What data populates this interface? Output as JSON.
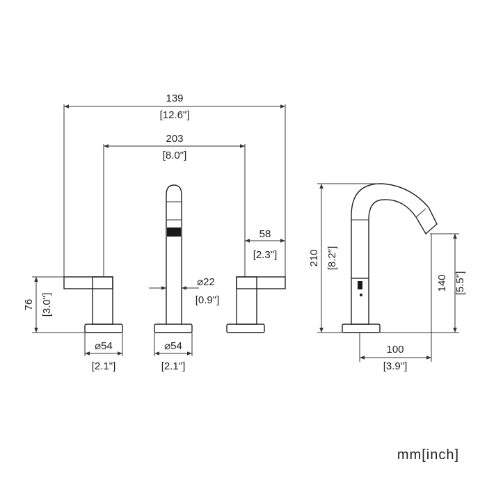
{
  "dimensions": {
    "overall_width_mm": "139",
    "overall_width_in": "[12.6\"]",
    "center_spacing_mm": "203",
    "center_spacing_in": "[8.0\"]",
    "lever_length_mm": "58",
    "lever_length_in": "[2.3\"]",
    "spout_diameter_mm": "⌀22",
    "spout_diameter_in": "[0.9\"]",
    "handle_height_mm": "76",
    "handle_height_in": "[3.0\"]",
    "handle_base_mm": "⌀54",
    "handle_base_in": "[2.1\"]",
    "spout_base_mm": "⌀54",
    "spout_base_in": "[2.1\"]",
    "spout_height_mm": "210",
    "spout_height_in": "[8.2\"]",
    "outlet_height_mm": "140",
    "outlet_height_in": "[5.5\"]",
    "reach_mm": "100",
    "reach_in": "[3.9\"]"
  },
  "units_label": "mm[inch]"
}
